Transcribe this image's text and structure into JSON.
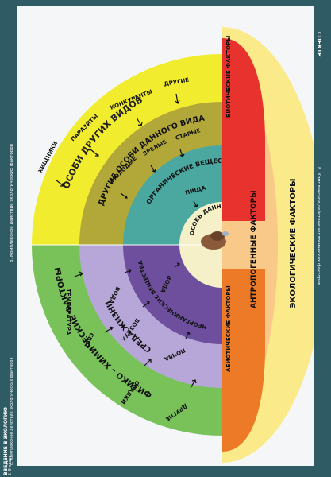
{
  "colors": {
    "yellow": "#f2ec2e",
    "olive": "#b2a83a",
    "teal": "#4aa8a0",
    "green": "#79c25a",
    "lavender": "#b7a7d9",
    "purple": "#6e4f9e",
    "red": "#e8322e",
    "orange": "#ec7a26",
    "peach": "#f9c98a",
    "cream": "#fbea8a",
    "background": "#2f5b64"
  },
  "diagram": {
    "rings": {
      "biotic_outer_title": "ОСОБИ ДРУГИХ ВИДОВ",
      "biotic_outer_items": [
        "ХИЩНИКИ",
        "ПАРАЗИТЫ",
        "КОНКУРЕНТЫ",
        "ДРУГИЕ"
      ],
      "biotic_inner_title": "ДРУГИЕ ОСОБИ ДАННОГО ВИДА",
      "biotic_inner_items": [
        "МОЛОДЫЕ",
        "ЗРЕЛЫЕ",
        "СТАРЫЕ"
      ],
      "organic_title": "ОРГАНИЧЕСКИЕ ВЕЩЕСТВА",
      "organic_item": "ПИЩА",
      "center_label": "ОСОБЬ ДАННОГО ВИДА",
      "abiotic_outer_title": "ФИЗИКО – ХИМИЧЕСКИЕ ФАКТОРЫ",
      "abiotic_outer_items": [
        "ТЕМПЕРАТУРА",
        "СВЕТ",
        "ОСАДКИ",
        "ДРУГИЕ"
      ],
      "habitat_title": "СРЕДА ЖИЗНИ",
      "habitat_items": [
        "ВОДА",
        "ВОЗДУХ",
        "ПОЧВА"
      ],
      "inorganic_title": "НЕОРГАНИЧЕСКИЕ ВЕЩЕСТВА",
      "inorganic_item": "ВОДА"
    },
    "side_labels": {
      "biotic": "БИОТИЧЕСКИЕ ФАКТОРЫ",
      "abiotic": "АБИОТИЧЕСКИЕ ФАКТОРЫ",
      "anthropogenic": "АНТРОПОГЕННЫЕ ФАКТОРЫ",
      "ecological": "ЭКОЛОГИЧЕСКИЕ ФАКТОРЫ"
    }
  },
  "frame_text": {
    "left_top": "8. Комплексное действие экологических факторов",
    "left_bottom": "8. Комплексное действие экологических факторов",
    "left_footer": "ВВЕДЕНИЕ В ЭКОЛОГИЮ",
    "left_grade": "5–9 класс",
    "right_title": "8. Комплексное действие экологических факторов",
    "right_publisher": "СПЕКТР"
  }
}
